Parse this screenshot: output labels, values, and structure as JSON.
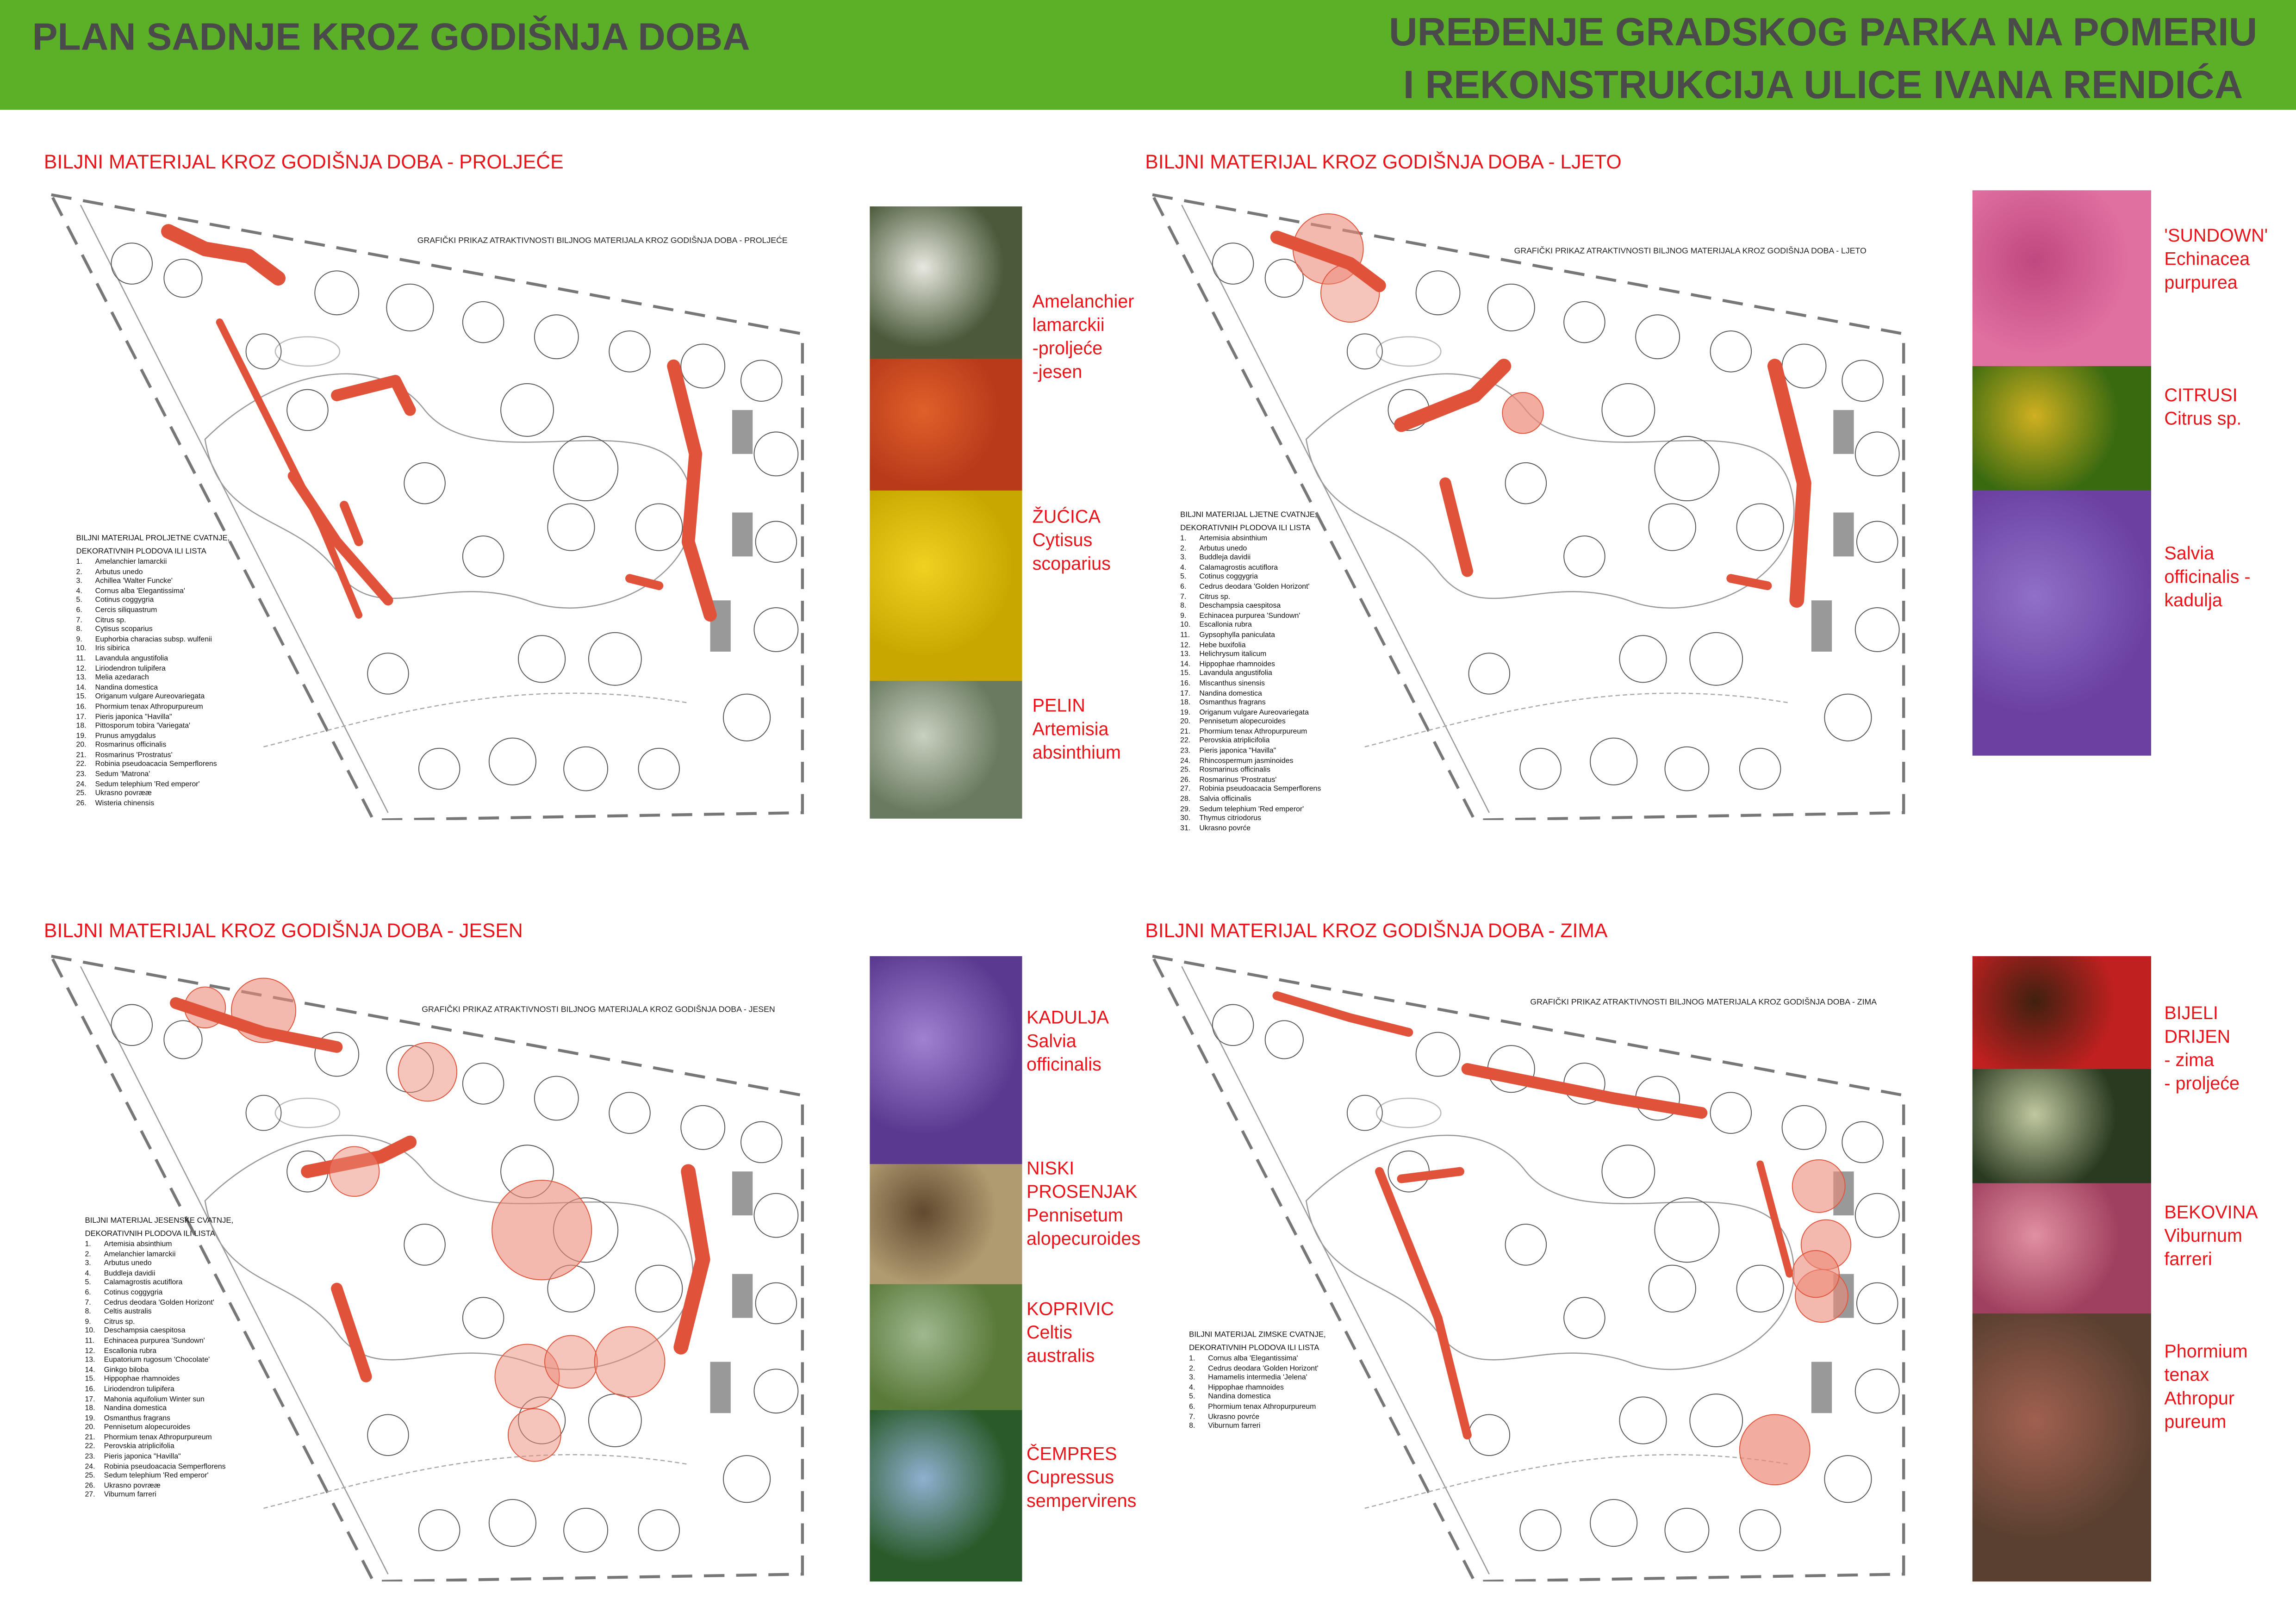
{
  "header": {
    "left_title": "PLAN SADNJE KROZ GODIŠNJA DOBA",
    "right_title_line1": "UREĐENJE GRADSKOG PARKA NA POMERIU",
    "right_title_line2": "I REKONSTRUKCIJA ULICE IVANA RENDIĆA",
    "bg_color": "#5cb027"
  },
  "accent_color": "#e8141a",
  "quadrants": [
    {
      "title": "BILJNI MATERIJAL KROZ GODIŠNJA DOBA - PROLJEĆE",
      "graph_title": "GRAFIČKI PRIKAZ ATRAKTIVNOSTI BILJNOG MATERIJALA KROZ GODIŠNJA DOBA - PROLJEĆE",
      "list_heading1": "BILJNI MATERIJAL  PROLJETNE CVATNJE,",
      "list_heading2": "DEKORATIVNIH PLODOVA ILI LISTA",
      "list": [
        "Amelanchier lamarckii",
        "Arbutus unedo",
        "Achillea 'Walter Funcke'",
        "Cornus alba 'Elegantissima'",
        "Cotinus coggygria",
        "Cercis siliquastrum",
        "Citrus sp.",
        "Cytisus scoparius",
        "Euphorbia characias subsp. wulfenii",
        "Iris sibirica",
        "Lavandula angustifolia",
        "Liriodendron tulipifera",
        "Melia azedarach",
        "Nandina domestica",
        "Origanum vulgare Aureovariegata",
        "Phormium tenax Athropurpureum",
        "Pieris japonica \"Havilla\"",
        "Pittosporum tobira 'Variegata'",
        "Prunus amygdalus",
        "Rosmarinus officinalis",
        "Rosmarinus 'Prostratus'",
        "Robinia pseudoacacia Semperflorens",
        "Sedum 'Matrona'",
        "Sedum telephium 'Red emperor'",
        "Ukrasno povrææ",
        "Wisteria chinensis"
      ],
      "captions": [
        [
          "Amelanchier",
          "lamarckii",
          "-proljeće",
          "-jesen"
        ],
        [
          "ŽUĆICA",
          "Cytisus",
          "scoparius"
        ],
        [
          "PELIN",
          "Artemisia",
          "absinthium"
        ]
      ]
    },
    {
      "title": "BILJNI MATERIJAL KROZ GODIŠNJA DOBA - LJETO",
      "graph_title": "GRAFIČKI PRIKAZ ATRAKTIVNOSTI BILJNOG MATERIJALA KROZ GODIŠNJA DOBA - LJETO",
      "list_heading1": "BILJNI MATERIJAL  LJETNE CVATNJE,",
      "list_heading2": "DEKORATIVNIH PLODOVA ILI LISTA",
      "list": [
        "Artemisia absinthium",
        "Arbutus unedo",
        "Buddleja davidii",
        "Calamagrostis acutiflora",
        "Cotinus coggygria",
        "Cedrus deodara 'Golden Horizont'",
        "Citrus sp.",
        "Deschampsia caespitosa",
        "Echinacea purpurea 'Sundown'",
        "Escallonia rubra",
        "Gypsophylla paniculata",
        "Hebe buxifolia",
        "Helichrysum italicum",
        "Hippophae rhamnoides",
        "Lavandula angustifolia",
        "Miscanthus sinensis",
        "Nandina domestica",
        "Osmanthus fragrans",
        "Origanum vulgare Aureovariegata",
        "Pennisetum alopecuroides",
        "Phormium tenax Athropurpureum",
        "Perovskia atriplicifolia",
        "Pieris japonica \"Havilla\"",
        "Rhincospermum jasminoides",
        "Rosmarinus officinalis",
        "Rosmarinus 'Prostratus'",
        "Robinia pseudoacacia Semperflorens",
        "Salvia officinalis",
        "Sedum telephium 'Red emperor'",
        "Thymus citriodorus",
        "Ukrasno povrće"
      ],
      "captions": [
        [
          "'SUNDOWN'",
          "Echinacea",
          "purpurea"
        ],
        [
          "CITRUSI",
          "Citrus sp."
        ],
        [
          "Salvia",
          "officinalis -",
          "kadulja"
        ]
      ]
    },
    {
      "title": "BILJNI MATERIJAL KROZ GODIŠNJA DOBA - JESEN",
      "graph_title": "GRAFIČKI PRIKAZ ATRAKTIVNOSTI BILJNOG MATERIJALA KROZ GODIŠNJA DOBA - JESEN",
      "list_heading1": "BILJNI MATERIJAL  JESENSKE CVATNJE,",
      "list_heading2": "DEKORATIVNIH PLODOVA ILI LISTA",
      "list": [
        "Artemisia absinthium",
        "Amelanchier lamarckii",
        "Arbutus unedo",
        "Buddleja davidii",
        "Calamagrostis acutiflora",
        "Cotinus coggygria",
        "Cedrus deodara 'Golden Horizont'",
        "Celtis australis",
        "Citrus sp.",
        "Deschampsia caespitosa",
        "Echinacea purpurea 'Sundown'",
        "Escallonia rubra",
        "Eupatorium rugosum 'Chocolate'",
        "Ginkgo biloba",
        "Hippophae rhamnoides",
        "Liriodendron tulipifera",
        "Mahonia aquifolium Winter sun",
        "Nandina domestica",
        "Osmanthus fragrans",
        "Pennisetum alopecuroides",
        "Phormium tenax Athropurpureum",
        "Perovskia atriplicifolia",
        "Pieris japonica \"Havilla\"",
        "Robinia pseudoacacia Semperflorens",
        "Sedum telephium 'Red emperor'",
        "Ukrasno povrææ",
        "Viburnum farreri"
      ],
      "captions": [
        [
          "KADULJA",
          "Salvia",
          "officinalis"
        ],
        [
          "NISKI",
          "PROSENJAK",
          "Pennisetum",
          "alopecuroides"
        ],
        [
          "KOPRIVIC",
          "Celtis",
          "australis"
        ],
        [
          "ČEMPRES",
          "Cupressus",
          "sempervirens"
        ]
      ]
    },
    {
      "title": "BILJNI MATERIJAL KROZ GODIŠNJA DOBA - ZIMA",
      "graph_title": "GRAFIČKI PRIKAZ ATRAKTIVNOSTI BILJNOG MATERIJALA KROZ GODIŠNJA DOBA - ZIMA",
      "list_heading1": "BILJNI MATERIJAL ZIMSKE CVATNJE,",
      "list_heading2": "DEKORATIVNIH PLODOVA ILI LISTA",
      "list": [
        "Cornus alba 'Elegantissima'",
        "Cedrus deodara 'Golden Horizont'",
        "Hamamelis intermedia 'Jelena'",
        "Hippophae rhamnoides",
        "Nandina domestica",
        "Phormium tenax Athropurpureum",
        "Ukrasno povrće",
        "Viburnum farreri"
      ],
      "captions": [
        [
          "BIJELI",
          "DRIJEN",
          "- zima",
          "- proljeće"
        ],
        [
          "BEKOVINA",
          "Viburnum",
          "farreri"
        ],
        [
          "Phormium",
          "tenax",
          "Athropur",
          "pureum"
        ]
      ]
    }
  ]
}
